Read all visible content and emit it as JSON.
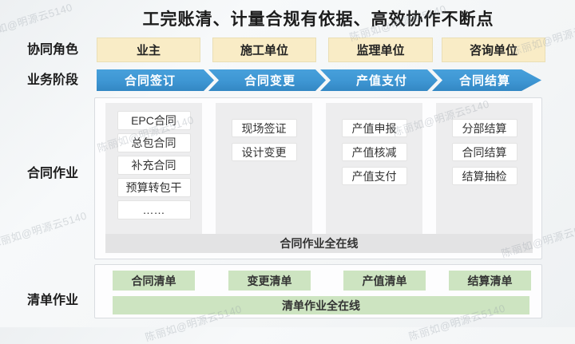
{
  "title": "工完账清、计量合规有依据、高效协作不断点",
  "watermark": "陈丽如@明源云5140",
  "roles": {
    "label": "协同角色",
    "items": [
      "业主",
      "施工单位",
      "监理单位",
      "咨询单位"
    ]
  },
  "stages": {
    "label": "业务阶段",
    "items": [
      "合同签订",
      "合同变更",
      "产值支付",
      "合同结算"
    ]
  },
  "contract": {
    "label": "合同作业",
    "columns": [
      {
        "items": [
          "EPC合同",
          "总包合同",
          "补充合同",
          "预算转包干",
          "……"
        ]
      },
      {
        "items": [
          "现场签证",
          "设计变更"
        ]
      },
      {
        "items": [
          "产值申报",
          "产值核减",
          "产值支付"
        ]
      },
      {
        "items": [
          "分部结算",
          "合同结算",
          "结算抽检"
        ]
      }
    ],
    "banner": "合同作业全在线"
  },
  "checklist": {
    "label": "清单作业",
    "items": [
      "合同清单",
      "变更清单",
      "产值清单",
      "结算清单"
    ],
    "banner": "清单作业全在线"
  },
  "colors": {
    "role_fill": "#f9ecc6",
    "stage_fill": "#3e96d3",
    "list_fill": "#cde4c1",
    "column_fill": "#ededee",
    "banner_fill": "#e3e3e4"
  }
}
